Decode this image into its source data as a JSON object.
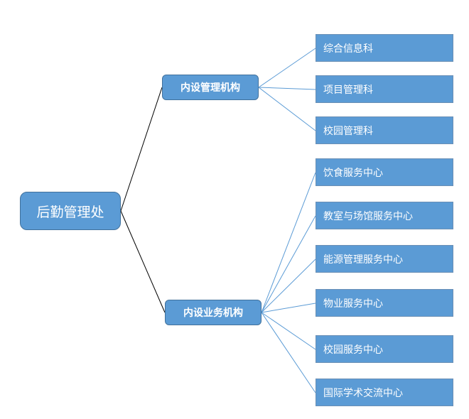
{
  "diagram": {
    "root": {
      "label": "后勤管理处"
    },
    "branches": [
      {
        "label": "内设管理机构",
        "children": [
          {
            "label": "综合信息科"
          },
          {
            "label": "项目管理科"
          },
          {
            "label": "校园管理科"
          }
        ]
      },
      {
        "label": "内设业务机构",
        "children": [
          {
            "label": "饮食服务中心"
          },
          {
            "label": "教室与场馆服务中心"
          },
          {
            "label": "能源管理服务中心"
          },
          {
            "label": "物业服务中心"
          },
          {
            "label": "校园服务中心"
          },
          {
            "label": "国际学术交流中心"
          }
        ]
      }
    ],
    "colors": {
      "node_fill": "#5b9bd5",
      "node_border": "#41719c",
      "root_connector": "#000000",
      "leaf_connector": "#5b9bd5"
    }
  }
}
